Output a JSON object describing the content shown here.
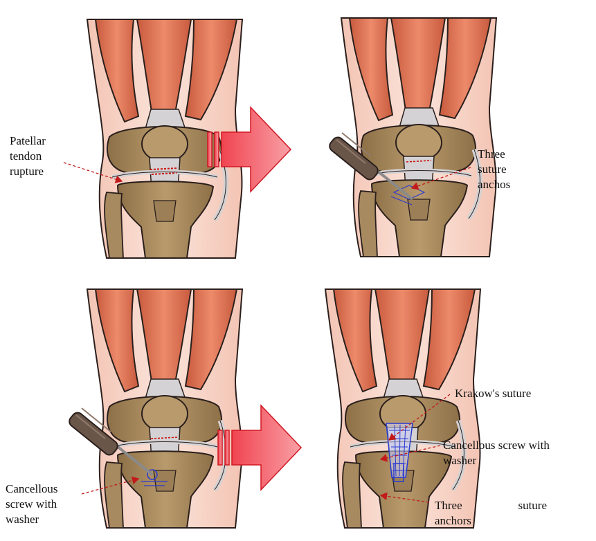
{
  "labels": {
    "patellar_rupture": [
      "Patellar",
      "tendon",
      "rupture"
    ],
    "three_anchos": [
      "Three",
      "suture",
      "anchos"
    ],
    "krakow": "Krakow's suture",
    "cancellous_right": [
      "Cancellous screw with",
      "washer"
    ],
    "three_anchors": [
      "Three",
      "suture",
      "anchors"
    ],
    "cancellous_left": [
      "Cancellous",
      "screw with",
      "washer"
    ]
  },
  "colors": {
    "skin": "#f7d3c4",
    "skin_outline": "#2a1f1c",
    "muscle": "#e0785a",
    "tendon": "#d4d2d4",
    "bone": "#a88a60",
    "bone_dark": "#7c6340",
    "arrow_fill": "#f3606a",
    "arrow_edge": "#d01822",
    "rupture": "#cc1111",
    "suture": "#2a3bd0",
    "screwdriver": "#6a5549",
    "leader": "#c21a1a"
  }
}
